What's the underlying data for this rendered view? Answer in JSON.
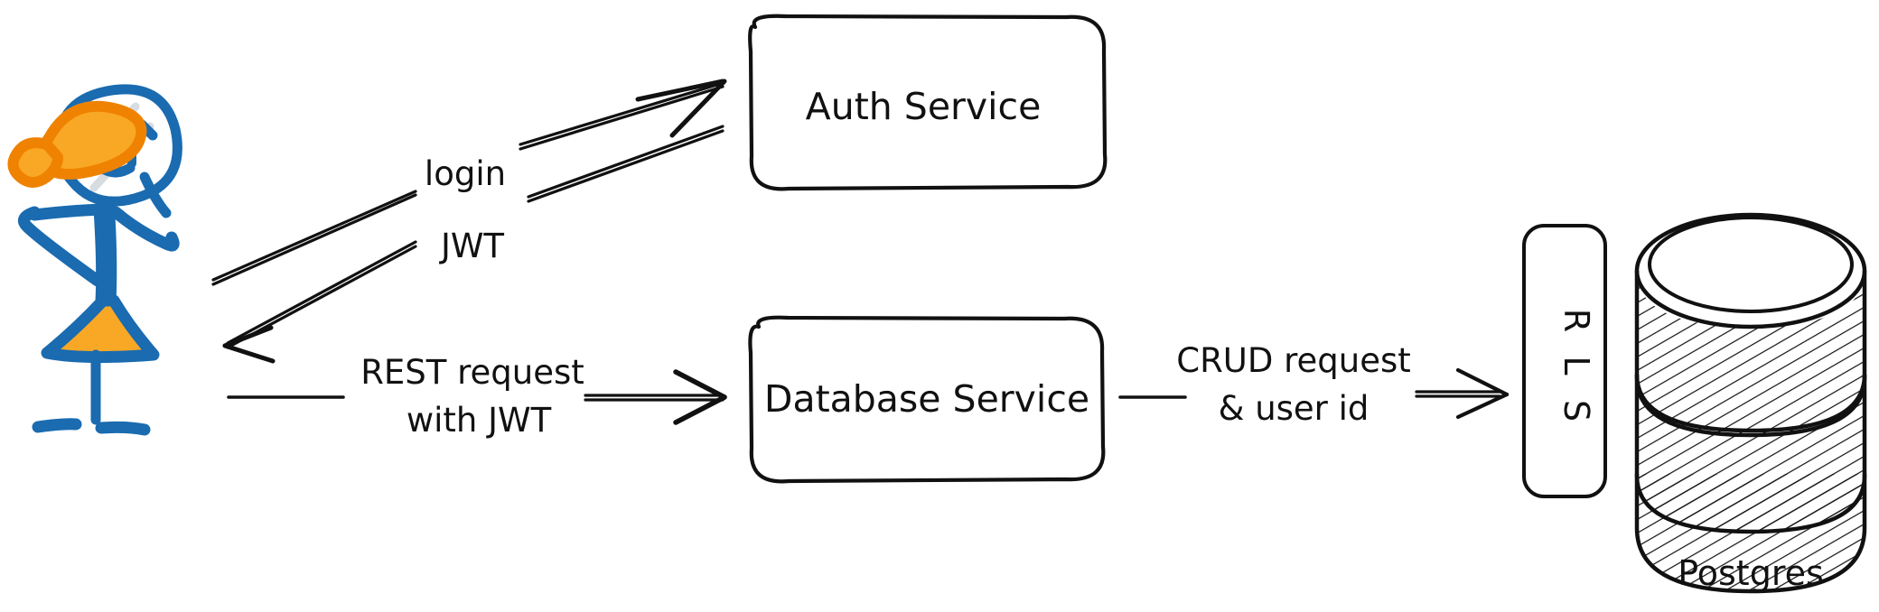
{
  "diagram": {
    "type": "architecture-flow",
    "title": "Auth + Database Service with Postgres RLS",
    "background_color": "#ffffff",
    "ink_color": "#111111",
    "accent_blue": "#1a6bb0",
    "accent_orange": "#f5a000",
    "accent_orange_dark": "#e8820c"
  },
  "actor": {
    "name": "user-stick-figure",
    "description": "hand drawn stick figure person with orange hair bow and orange skirt",
    "body_color": "#1a6bb0",
    "accessory_color": "#f5a000"
  },
  "nodes": [
    {
      "id": "auth-service",
      "label": "Auth Service",
      "shape": "rounded-rect"
    },
    {
      "id": "database-service",
      "label": "Database Service",
      "shape": "rounded-rect"
    },
    {
      "id": "rls",
      "label": "RLS",
      "letters": [
        "R",
        "L",
        "S"
      ],
      "shape": "rounded-rect-vertical"
    },
    {
      "id": "postgres",
      "label": "Postgres",
      "shape": "cylinder-stack",
      "layers": 3
    }
  ],
  "edges": [
    {
      "id": "edge-login",
      "from": "user",
      "to": "auth-service",
      "label": "login",
      "direction": "right-up"
    },
    {
      "id": "edge-jwt",
      "from": "auth-service",
      "to": "user",
      "label": "JWT",
      "direction": "left-down"
    },
    {
      "id": "edge-rest",
      "from": "user",
      "to": "database-service",
      "label_line1": "REST request",
      "label_line2": "with JWT",
      "direction": "right"
    },
    {
      "id": "edge-crud",
      "from": "database-service",
      "to": "rls",
      "label_line1": "CRUD request",
      "label_line2": "& user id",
      "direction": "right"
    }
  ],
  "labels": {
    "login": "login",
    "jwt": "JWT",
    "rest_line1": "REST request",
    "rest_line2": "with JWT",
    "crud_line1": "CRUD request",
    "crud_line2": "& user id",
    "auth_service": "Auth Service",
    "database_service": "Database Service",
    "rls_r": "R",
    "rls_l": "L",
    "rls_s": "S",
    "postgres": "Postgres"
  }
}
